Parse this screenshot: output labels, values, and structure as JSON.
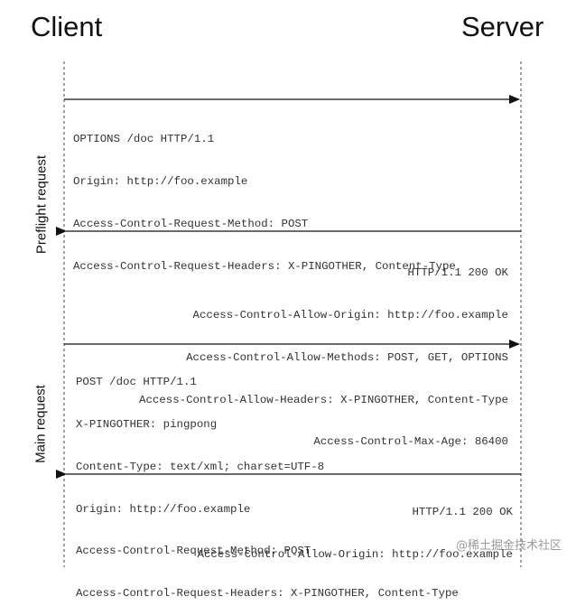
{
  "header": {
    "client_label": "Client",
    "server_label": "Server"
  },
  "phases": {
    "preflight_label": "Preflight request",
    "main_label": "Main request"
  },
  "messages": {
    "preflight_request": [
      "OPTIONS /doc HTTP/1.1",
      "Origin: http://foo.example",
      "Access-Control-Request-Method: POST",
      "Access-Control-Request-Headers: X-PINGOTHER, Content-Type"
    ],
    "preflight_response": [
      "HTTP/1.1 200 OK",
      "Access-Control-Allow-Origin: http://foo.example",
      "Access-Control-Allow-Methods: POST, GET, OPTIONS",
      "Access-Control-Allow-Headers: X-PINGOTHER, Content-Type",
      "Access-Control-Max-Age: 86400"
    ],
    "main_request": [
      "POST /doc HTTP/1.1",
      "X-PINGOTHER: pingpong",
      "Content-Type: text/xml; charset=UTF-8",
      "Origin: http://foo.example",
      "Access-Control-Request-Method: POST",
      "Access-Control-Request-Headers: X-PINGOTHER, Content-Type"
    ],
    "main_response": [
      "HTTP/1.1 200 OK",
      "Access-Control-Allow-Origin: http://foo.example"
    ]
  },
  "watermark": "@稀土掘金技术社区"
}
